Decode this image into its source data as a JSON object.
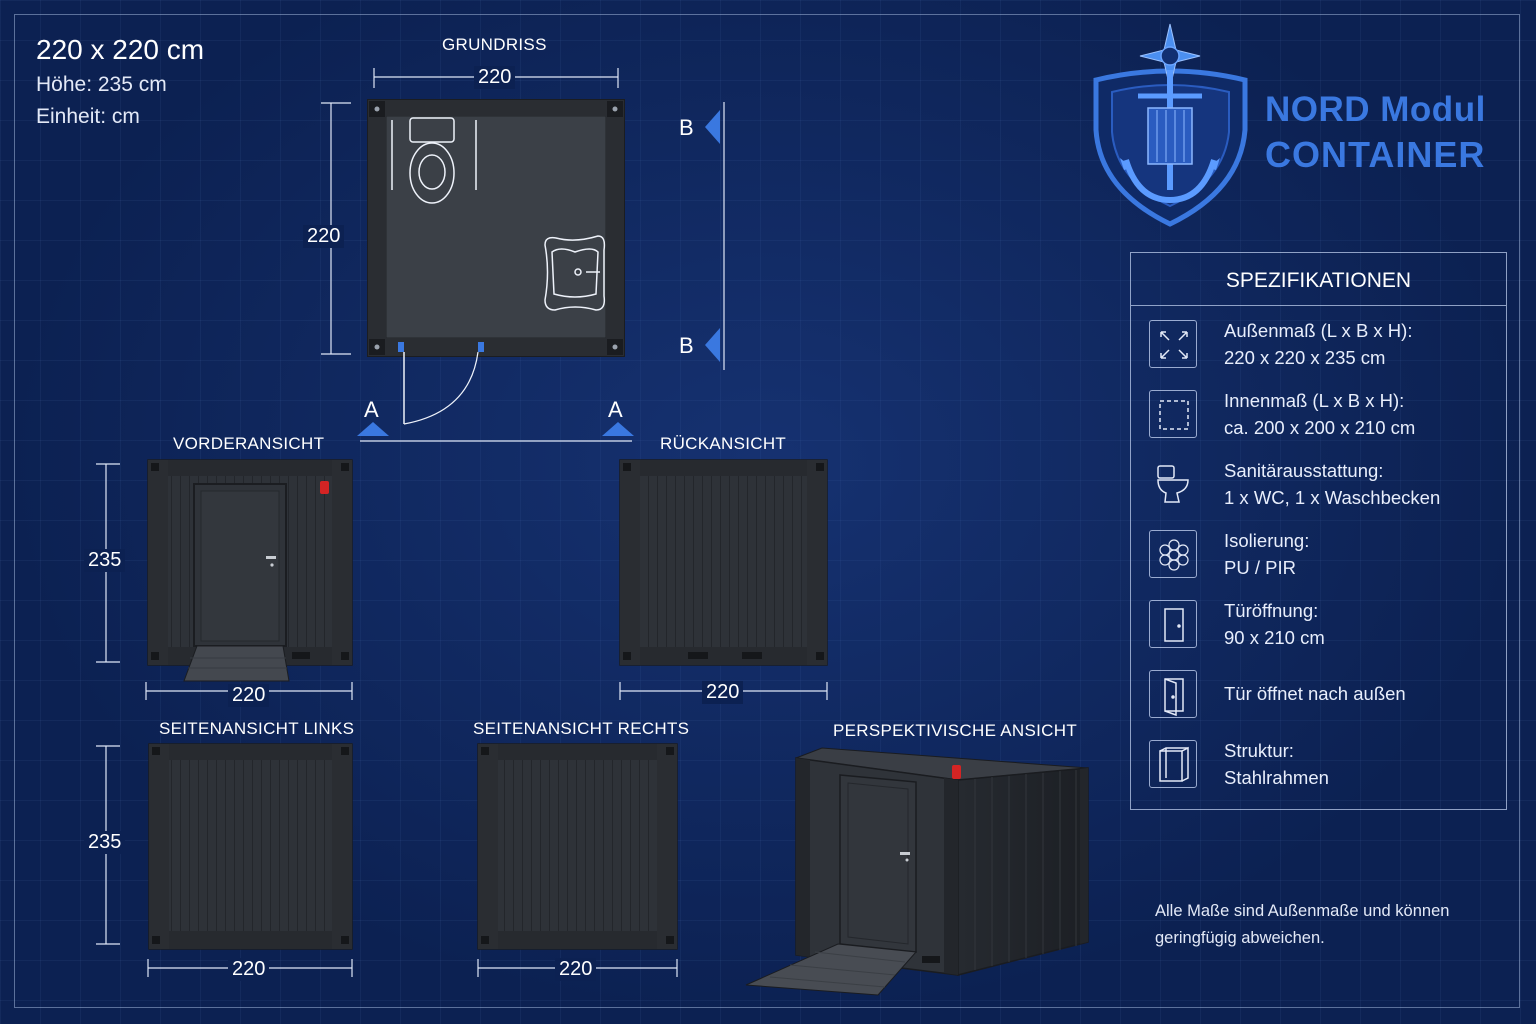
{
  "header": {
    "size": "220 x 220 cm",
    "height": "Höhe: 235 cm",
    "unit": "Einheit: cm"
  },
  "floorplan": {
    "title": "GRUNDRISS",
    "dim_width": "220",
    "dim_depth": "220",
    "section_a": "A",
    "section_b": "B"
  },
  "views": {
    "front": {
      "title": "VORDERANSICHT",
      "dim_height": "235",
      "dim_width": "220"
    },
    "back": {
      "title": "RÜCKANSICHT",
      "dim_width": "220"
    },
    "left": {
      "title": "SEITENANSICHT LINKS",
      "dim_height": "235",
      "dim_width": "220"
    },
    "right": {
      "title": "SEITENANSICHT RECHTS",
      "dim_width": "220"
    },
    "perspective": {
      "title": "PERSPEKTIVISCHE ANSICHT"
    }
  },
  "logo": {
    "line1": "NORD Modul",
    "line2": "CONTAINER",
    "icon": "shield-anchor-compass-icon"
  },
  "spec": {
    "title": "SPEZIFIKATIONEN",
    "items": [
      {
        "icon": "expand-arrows-icon",
        "label": "Außenmaß (L x B x H):",
        "value": "220 x 220 x 235 cm"
      },
      {
        "icon": "dashed-square-icon",
        "label": "Innenmaß (L x B x H):",
        "value": "ca. 200 x 200 x 210 cm"
      },
      {
        "icon": "toilet-icon",
        "label": "Sanitärausstattung:",
        "value": "1 x WC, 1 x Waschbecken"
      },
      {
        "icon": "insulation-icon",
        "label": "Isolierung:",
        "value": "PU / PIR"
      },
      {
        "icon": "door-icon",
        "label": "Türöffnung:",
        "value": "90 x 210 cm"
      },
      {
        "icon": "door-outward-icon",
        "label": "Tür öffnet nach außen",
        "value": ""
      },
      {
        "icon": "frame-structure-icon",
        "label": "Struktur:",
        "value": "Stahlrahmen"
      }
    ]
  },
  "note": "Alle Maße sind Außenmaße und können geringfügig abweichen.",
  "colors": {
    "background": "#0c2152",
    "container": "#30343a",
    "accent": "#3a78e0"
  }
}
